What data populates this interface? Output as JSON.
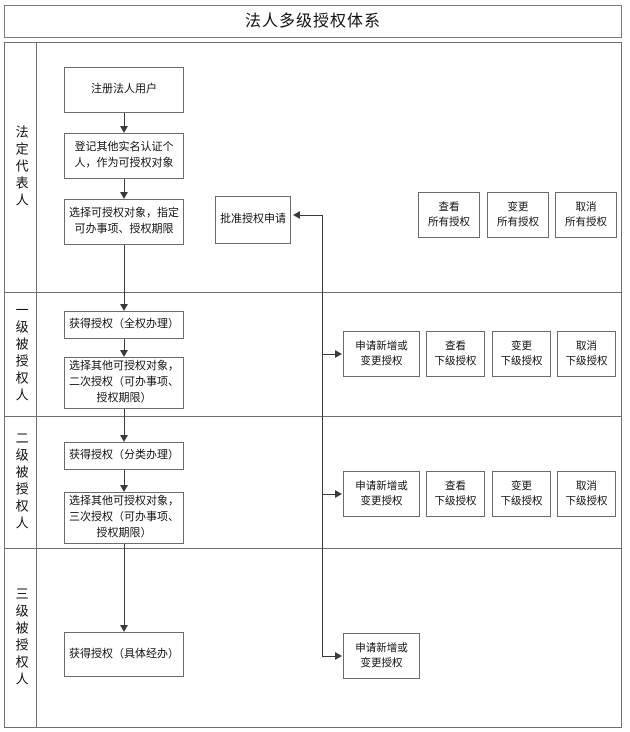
{
  "diagram": {
    "title": "法人多级授权体系",
    "type": "swimlane-flowchart",
    "lanes": [
      {
        "id": "legal-representative",
        "label": "法定代表人",
        "nodes": [
          {
            "id": "register-legal-user",
            "text": "注册法人用户"
          },
          {
            "id": "register-verified-individuals",
            "text": "登记其他实名认证个人，作为可授权对象"
          },
          {
            "id": "select-grantee-scope",
            "text": "选择可授权对象，指定可办事项、授权期限"
          },
          {
            "id": "approve-authorization-request",
            "text": "批准授权申请"
          }
        ],
        "actions": [
          {
            "id": "view-all-authorizations",
            "line1": "查看",
            "line2": "所有授权"
          },
          {
            "id": "change-all-authorizations",
            "line1": "变更",
            "line2": "所有授权"
          },
          {
            "id": "cancel-all-authorizations",
            "line1": "取消",
            "line2": "所有授权"
          }
        ]
      },
      {
        "id": "level-1-grantee",
        "label": "一级被授权人",
        "nodes": [
          {
            "id": "granted-full-authority",
            "text": "获得授权（全权办理）"
          },
          {
            "id": "secondary-authorization",
            "text": "选择其他可授权对象，二次授权（可办事项、授权期限）"
          }
        ],
        "actions": [
          {
            "id": "apply-new-or-change-authorization-l1",
            "line1": "申请新增或",
            "line2": "变更授权"
          },
          {
            "id": "view-sub-authorizations-l1",
            "line1": "查看",
            "line2": "下级授权"
          },
          {
            "id": "change-sub-authorizations-l1",
            "line1": "变更",
            "line2": "下级授权"
          },
          {
            "id": "cancel-sub-authorizations-l1",
            "line1": "取消",
            "line2": "下级授权"
          }
        ]
      },
      {
        "id": "level-2-grantee",
        "label": "二级被授权人",
        "nodes": [
          {
            "id": "granted-categorized-authority",
            "text": "获得授权（分类办理）"
          },
          {
            "id": "tertiary-authorization",
            "text": "选择其他可授权对象，三次授权（可办事项、授权期限）"
          }
        ],
        "actions": [
          {
            "id": "apply-new-or-change-authorization-l2",
            "line1": "申请新增或",
            "line2": "变更授权"
          },
          {
            "id": "view-sub-authorizations-l2",
            "line1": "查看",
            "line2": "下级授权"
          },
          {
            "id": "change-sub-authorizations-l2",
            "line1": "变更",
            "line2": "下级授权"
          },
          {
            "id": "cancel-sub-authorizations-l2",
            "line1": "取消",
            "line2": "下级授权"
          }
        ]
      },
      {
        "id": "level-3-grantee",
        "label": "三级被授权人",
        "nodes": [
          {
            "id": "granted-specific-handling",
            "text": "获得授权（具体经办）"
          }
        ],
        "actions": [
          {
            "id": "apply-new-or-change-authorization-l3",
            "line1": "申请新增或",
            "line2": "变更授权"
          }
        ]
      }
    ],
    "colors": {
      "border": "#6f6f6f",
      "node_border": "#6b6b6b",
      "connector": "#3a3a3a",
      "text": "#111111",
      "background": "#ffffff"
    }
  }
}
